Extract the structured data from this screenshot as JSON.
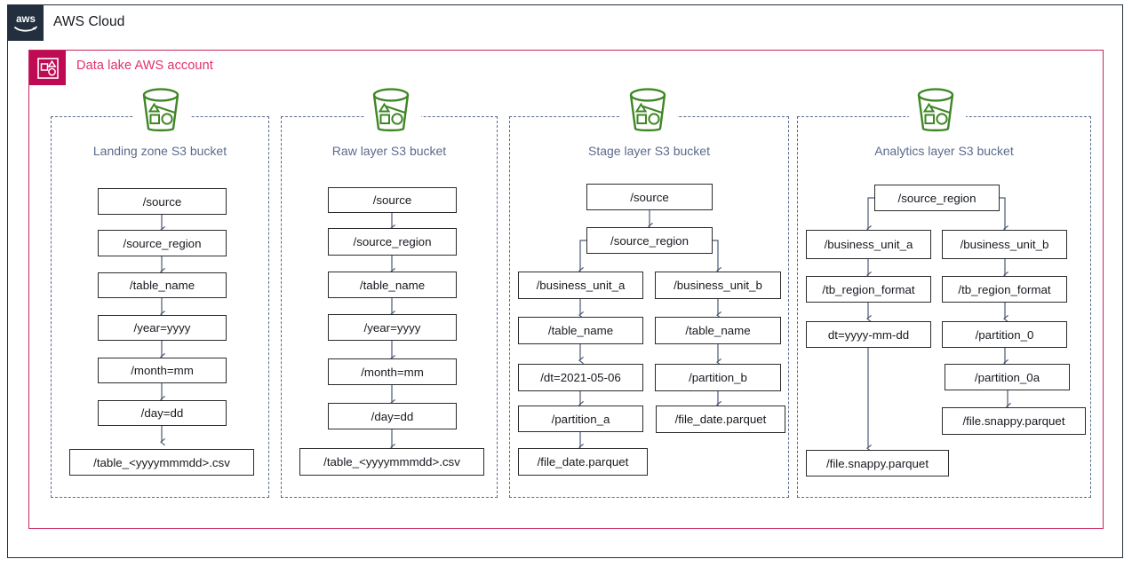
{
  "cloud": {
    "title": "AWS Cloud",
    "logo_icon": "aws-logo-icon",
    "border_color": "#232F3E"
  },
  "account": {
    "title": "Data lake AWS account",
    "icon": "aws-account-icon",
    "border_color": "#C7245E",
    "badge_color": "#BF0B54",
    "title_color": "#E1306C"
  },
  "bucket_icon_color": "#3F8624",
  "group_border_color": "#5A6B8C",
  "buckets": [
    {
      "id": "landing-zone",
      "label": "Landing zone  S3 bucket",
      "icon": "s3-bucket-icon",
      "nodes": [
        "/source",
        "/source_region",
        "/table_name",
        "/year=yyyy",
        "/month=mm",
        "/day=dd",
        "/table_<yyyymmmdd>.csv"
      ]
    },
    {
      "id": "raw-layer",
      "label": "Raw layer  S3 bucket",
      "icon": "s3-bucket-icon",
      "nodes": [
        "/source",
        "/source_region",
        "/table_name",
        "/year=yyyy",
        "/month=mm",
        "/day=dd",
        "/table_<yyyymmmdd>.csv"
      ]
    },
    {
      "id": "stage-layer",
      "label": "Stage layer  S3 bucket",
      "icon": "s3-bucket-icon",
      "root": "/source",
      "region": "/source_region",
      "branch_a": [
        "/business_unit_a",
        "/table_name",
        "/dt=2021-05-06",
        "/partition_a",
        "/file_date.parquet"
      ],
      "branch_b": [
        "/business_unit_b",
        "/table_name",
        "/partition_b",
        "/file_date.parquet"
      ]
    },
    {
      "id": "analytics-layer",
      "label": "Analytics layer  S3 bucket",
      "icon": "s3-bucket-icon",
      "region": "/source_region",
      "branch_a": [
        "/business_unit_a",
        "/tb_region_format",
        "dt=yyyy-mm-dd",
        "/file.snappy.parquet"
      ],
      "branch_b": [
        "/business_unit_b",
        "/tb_region_format",
        "/partition_0",
        "/partition_0a",
        "/file.snappy.parquet"
      ]
    }
  ]
}
